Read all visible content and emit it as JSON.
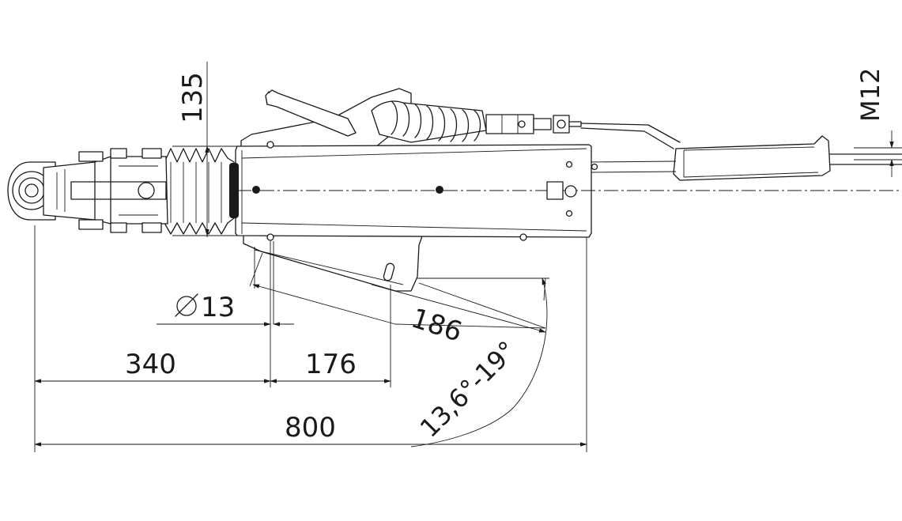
{
  "dimensions": {
    "height_135": "135",
    "thread_m12": "M12",
    "diameter_13": "13",
    "length_340": "340",
    "length_176": "176",
    "length_186": "186",
    "length_800": "800",
    "angle": "13,6°-19°"
  },
  "icons": {
    "diameter_symbol": "diameter-symbol-icon"
  }
}
